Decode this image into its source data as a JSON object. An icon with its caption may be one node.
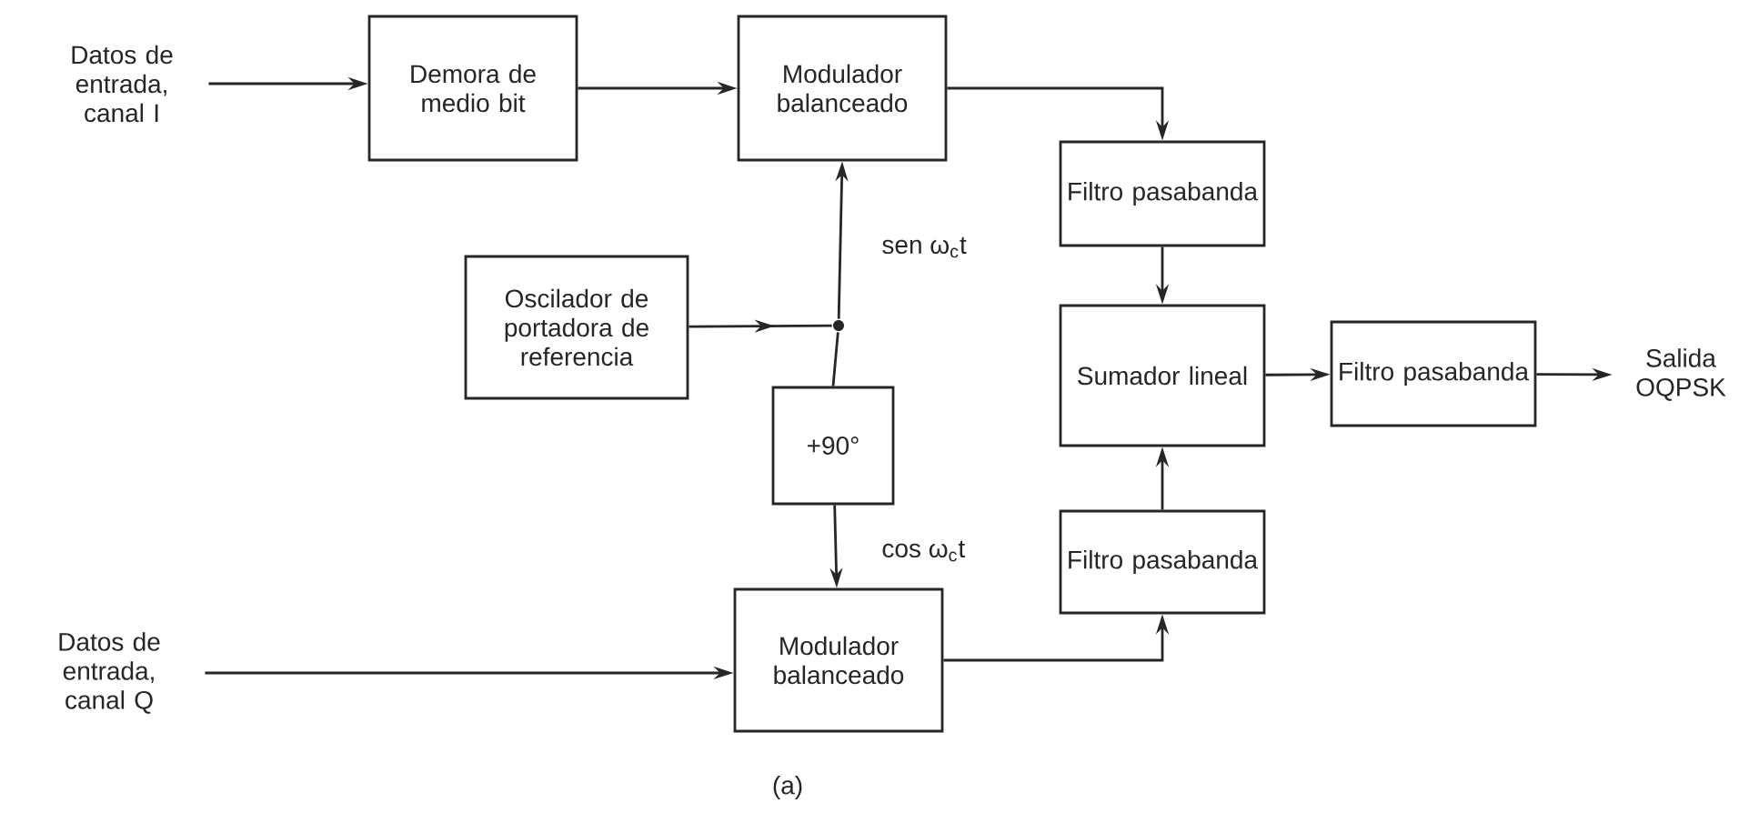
{
  "diagram": {
    "caption": "(a)",
    "nodes": [
      {
        "text": [
          "Datos de entrada, canal I"
        ]
      },
      {
        "text": [
          "Demora de medio bit"
        ]
      },
      {
        "text": [
          "Modulador balanceado"
        ]
      },
      {
        "text": [
          "Filtro pasabanda"
        ]
      },
      {
        "text": [
          "Oscilador de portadora de referencia"
        ]
      },
      {
        "text": [],
        "shape": "circle"
      },
      {
        "text": [
          "+90°"
        ]
      },
      {
        "text": [
          "Sumador lineal"
        ]
      },
      {
        "text": [
          "Filtro pasabanda"
        ]
      },
      {
        "text": [
          "Salida OQPSK"
        ]
      },
      {
        "text": [
          "Filtro pasabanda"
        ]
      },
      {
        "text": [
          "Datos de entrada, canal Q"
        ]
      },
      {
        "text": [
          "Modulador balanceado"
        ]
      }
    ],
    "edges": [
      {
        "from": 0,
        "to": 1,
        "arrow": "to"
      },
      {
        "from": 1,
        "to": 2,
        "arrow": "to"
      },
      {
        "from": 2,
        "to": 3,
        "arrow": "to"
      },
      {
        "from": 3,
        "to": 7,
        "arrow": "to"
      },
      {
        "from": 4,
        "to": 5,
        "arrow": "to"
      },
      {
        "from": 5,
        "to": 2,
        "arrow": "to",
        "label": "sen ω$_{c}$t"
      },
      {
        "from": 5,
        "to": 6,
        "arrow": "none"
      },
      {
        "from": 6,
        "to": 12,
        "arrow": "to",
        "label": "cos ω$_{c}$t"
      },
      {
        "from": 11,
        "to": 12,
        "arrow": "to"
      },
      {
        "from": 12,
        "to": 10,
        "arrow": "to"
      },
      {
        "from": 10,
        "to": 7,
        "arrow": "to"
      },
      {
        "from": 7,
        "to": 8,
        "arrow": "to"
      },
      {
        "from": 8,
        "to": 9,
        "arrow": "to"
      }
    ]
  }
}
